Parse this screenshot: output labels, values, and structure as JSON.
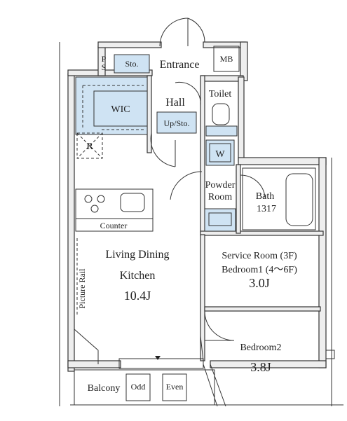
{
  "rooms": {
    "entrance": "Entrance",
    "mb": "MB",
    "ps": "P\nS",
    "storage": "Sto.",
    "toilet": "Toilet",
    "hall": "Hall",
    "up_storage": "Up/Sto.",
    "wic": "WIC",
    "refrigerator": "R",
    "washer": "W",
    "powder_room_1": "Powder",
    "powder_room_2": "Room",
    "bath": "Bath",
    "bath_size": "1317",
    "counter": "Counter",
    "ldk_1": "Living Dining",
    "ldk_2": "Kitchen",
    "ldk_size": "10.4J",
    "picture_rail": "Picture Rail",
    "service_room": "Service Room (3F)",
    "bedroom1": "Bedroom1 (4～6F)",
    "bedroom1_size": "3.0J",
    "bedroom2": "Bedroom2",
    "bedroom2_size": "3.8J",
    "balcony": "Balcony",
    "odd": "Odd",
    "even": "Even"
  },
  "colors": {
    "storage_fill": "#cfe3f3",
    "wall_fill": "#eeeeee",
    "line": "#333333"
  }
}
